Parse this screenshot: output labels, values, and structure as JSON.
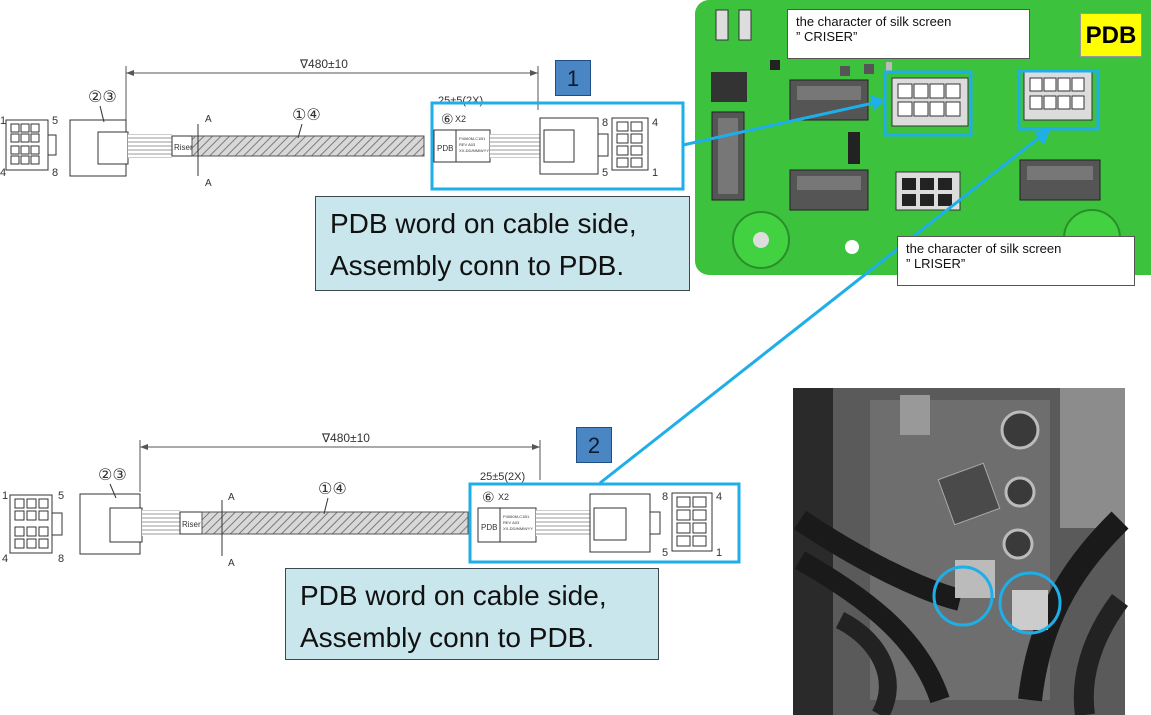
{
  "cable_top": {
    "length_dim": "∇480±10",
    "offset_dim": "25±5(2X)",
    "balloon_left": "②③",
    "balloon_mid": "①④",
    "balloon_label": "⑥",
    "label_qty": "X2",
    "sleeve_label": "Riser",
    "pdb_mark": "PDB",
    "label_text": [
      "P4060M-C1B1",
      "REV A03",
      "XX-DD/MMM/YY"
    ],
    "section_mark": "A",
    "pin_left_top": "1",
    "pin_left_top2": "5",
    "pin_left_bottom": "4",
    "pin_left_bottom2": "8",
    "pin_right_top": "8",
    "pin_right_top2": "4",
    "pin_right_bottom": "5",
    "pin_right_bottom2": "1",
    "callout_number": "1"
  },
  "cable_bottom": {
    "length_dim": "∇480±10",
    "offset_dim": "25±5(2X)",
    "balloon_left": "②③",
    "balloon_mid": "①④",
    "balloon_label": "⑥",
    "label_qty": "X2",
    "sleeve_label": "Riser",
    "pdb_mark": "PDB",
    "label_text": [
      "P4060M-C1B1",
      "REV A03",
      "XX-DD/MMM/YY"
    ],
    "section_mark": "A",
    "pin_left_top": "1",
    "pin_left_top2": "5",
    "pin_left_bottom": "4",
    "pin_left_bottom2": "8",
    "pin_right_top": "8",
    "pin_right_top2": "4",
    "pin_right_bottom": "5",
    "pin_right_bottom2": "1",
    "callout_number": "2"
  },
  "callout_top": {
    "line1": "PDB word on cable side,",
    "line2": "Assembly conn to PDB."
  },
  "callout_bottom": {
    "line1": "PDB word on cable side,",
    "line2": "Assembly conn to PDB."
  },
  "pdb_board": {
    "tag": "PDB",
    "silk_criser_line1": "the character of silk screen",
    "silk_criser_line2": "” CRISER”",
    "silk_lriser_line1": "the character of silk screen",
    "silk_lriser_line2": "” LRISER”"
  },
  "colors": {
    "highlight": "#1eaee8",
    "board_green": "#3cc23c",
    "callout_bg": "#c9e6ec",
    "number_box": "#4a85c4",
    "pdb_tag": "#ffff00"
  }
}
